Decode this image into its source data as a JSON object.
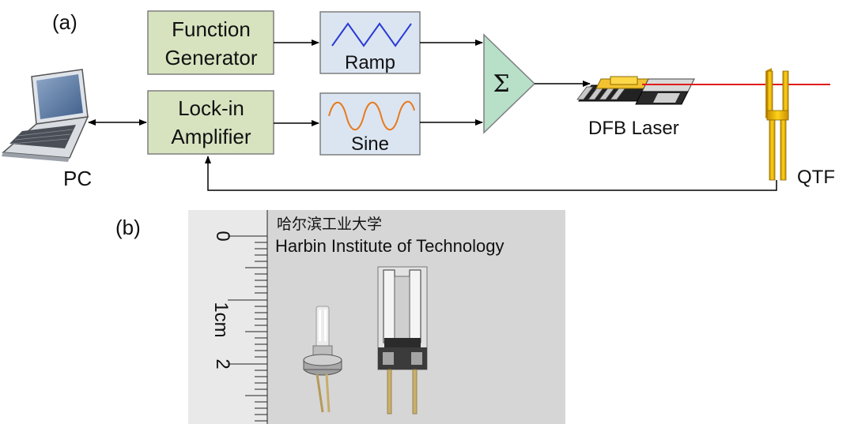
{
  "panel_a": {
    "label": "(a)",
    "blocks": {
      "function_generator": [
        "Function",
        "Generator"
      ],
      "lock_in_amplifier": [
        "Lock-in",
        "Amplifier"
      ],
      "ramp": "Ramp",
      "sine": "Sine",
      "summer": "Σ"
    },
    "devices": {
      "pc": "PC",
      "laser": "DFB Laser",
      "qtf": "QTF"
    },
    "colors": {
      "block_fill": "#d7e3bf",
      "signal_fill": "#dbe5f1",
      "summer_fill": "#b8e0c9",
      "ramp_wave": "#2a3bd6",
      "sine_wave": "#e87a1e",
      "laser_beam": "#e01b1b",
      "qtf": "#f5c000"
    }
  },
  "panel_b": {
    "label": "(b)",
    "institution_cn": "哈尔滨工业大学",
    "institution_en": "Harbin Institute of Technology",
    "ruler": {
      "mark_0": "0",
      "mark_1": "1cm",
      "mark_2": "2"
    },
    "photo_background": "#d6d6d6"
  }
}
